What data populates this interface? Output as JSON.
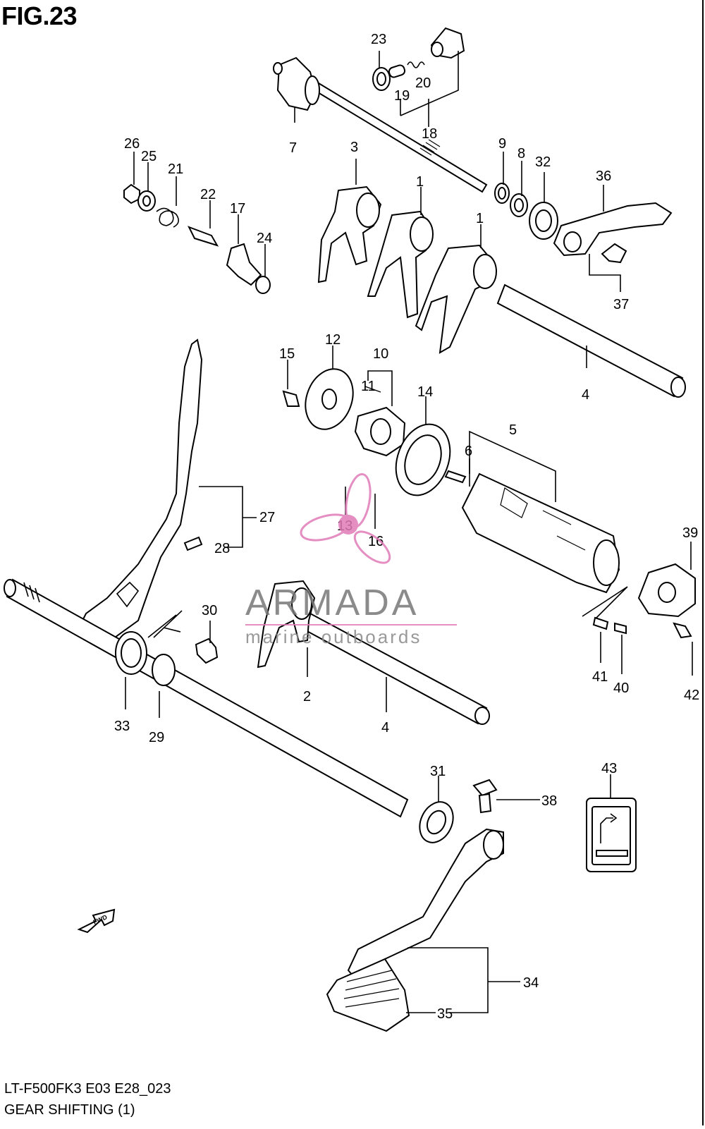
{
  "figure": {
    "title": "FIG.23",
    "model_code": "LT-F500FK3 E03 E28_023",
    "section_name": "GEAR SHIFTING (1)"
  },
  "watermark": {
    "brand": "ARMADA",
    "tagline": "marine outboards",
    "brand_color": "#777777",
    "accent_color": "#e07bb8"
  },
  "fwd_arrow": {
    "text": "FWD"
  },
  "callouts": [
    {
      "id": "c23",
      "text": "23"
    },
    {
      "id": "c19",
      "text": "19"
    },
    {
      "id": "c20",
      "text": "20"
    },
    {
      "id": "c18",
      "text": "18"
    },
    {
      "id": "c7",
      "text": "7"
    },
    {
      "id": "c3",
      "text": "3"
    },
    {
      "id": "c1a",
      "text": "1"
    },
    {
      "id": "c1b",
      "text": "1"
    },
    {
      "id": "c9",
      "text": "9"
    },
    {
      "id": "c8",
      "text": "8"
    },
    {
      "id": "c32",
      "text": "32"
    },
    {
      "id": "c36",
      "text": "36"
    },
    {
      "id": "c37",
      "text": "37"
    },
    {
      "id": "c26",
      "text": "26"
    },
    {
      "id": "c25",
      "text": "25"
    },
    {
      "id": "c21",
      "text": "21"
    },
    {
      "id": "c22",
      "text": "22"
    },
    {
      "id": "c17",
      "text": "17"
    },
    {
      "id": "c24",
      "text": "24"
    },
    {
      "id": "c4a",
      "text": "4"
    },
    {
      "id": "c15",
      "text": "15"
    },
    {
      "id": "c12",
      "text": "12"
    },
    {
      "id": "c10",
      "text": "10"
    },
    {
      "id": "c11",
      "text": "11"
    },
    {
      "id": "c14",
      "text": "14"
    },
    {
      "id": "c5",
      "text": "5"
    },
    {
      "id": "c6",
      "text": "6"
    },
    {
      "id": "c27",
      "text": "27"
    },
    {
      "id": "c28",
      "text": "28"
    },
    {
      "id": "c13",
      "text": "13"
    },
    {
      "id": "c16",
      "text": "16"
    },
    {
      "id": "c39",
      "text": "39"
    },
    {
      "id": "c30",
      "text": "30"
    },
    {
      "id": "c2",
      "text": "2"
    },
    {
      "id": "c4b",
      "text": "4"
    },
    {
      "id": "c33",
      "text": "33"
    },
    {
      "id": "c29",
      "text": "29"
    },
    {
      "id": "c41",
      "text": "41"
    },
    {
      "id": "c40",
      "text": "40"
    },
    {
      "id": "c42",
      "text": "42"
    },
    {
      "id": "c31",
      "text": "31"
    },
    {
      "id": "c38",
      "text": "38"
    },
    {
      "id": "c43",
      "text": "43"
    },
    {
      "id": "c34",
      "text": "34"
    },
    {
      "id": "c35",
      "text": "35"
    }
  ]
}
